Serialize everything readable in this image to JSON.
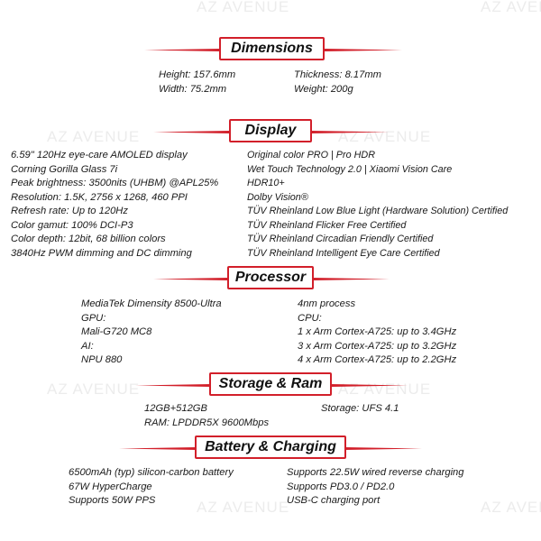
{
  "watermark": "AZ AVENUE",
  "accent_color": "#d21f2a",
  "sections": {
    "dimensions": {
      "title": "Dimensions",
      "left": [
        "Height: 157.6mm",
        "Width: 75.2mm"
      ],
      "right": [
        "Thickness: 8.17mm",
        "Weight: 200g"
      ]
    },
    "display": {
      "title": "Display",
      "left": [
        "6.59\" 120Hz eye-care AMOLED display",
        "Corning Gorilla Glass 7i",
        "Peak brightness: 3500nits (UHBM) @APL25%",
        "Resolution: 1.5K, 2756 x 1268, 460 PPI",
        "Refresh rate: Up to 120Hz",
        "Color gamut: 100% DCI-P3",
        "Color depth: 12bit, 68 billion colors",
        "3840Hz PWM dimming and DC dimming"
      ],
      "right": [
        "Original color PRO | Pro HDR",
        "Wet Touch Technology 2.0 | Xiaomi Vision Care",
        "HDR10+",
        "Dolby Vision®",
        "TÜV Rheinland Low Blue Light (Hardware Solution) Certified",
        "TÜV Rheinland Flicker Free Certified",
        "TÜV Rheinland Circadian Friendly Certified",
        "TÜV Rheinland Intelligent Eye Care Certified"
      ]
    },
    "processor": {
      "title": "Processor",
      "left": [
        "MediaTek Dimensity 8500-Ultra",
        "GPU:",
        "Mali-G720 MC8",
        "AI:",
        "NPU 880"
      ],
      "right": [
        "4nm process",
        "CPU:",
        "1 x Arm Cortex-A725: up to 3.4GHz",
        "3 x Arm Cortex-A725: up to 3.2GHz",
        "4 x Arm Cortex-A725: up to 2.2GHz"
      ]
    },
    "storage": {
      "title": "Storage & Ram",
      "left": [
        "12GB+512GB",
        "RAM: LPDDR5X 9600Mbps"
      ],
      "right": [
        "Storage: UFS 4.1"
      ]
    },
    "battery": {
      "title": "Battery & Charging",
      "left": [
        "6500mAh (typ) silicon-carbon battery",
        "67W HyperCharge",
        "Supports 50W PPS"
      ],
      "right": [
        "Supports 22.5W wired reverse charging",
        "Supports PD3.0 / PD2.0",
        "USB-C charging port"
      ]
    }
  }
}
